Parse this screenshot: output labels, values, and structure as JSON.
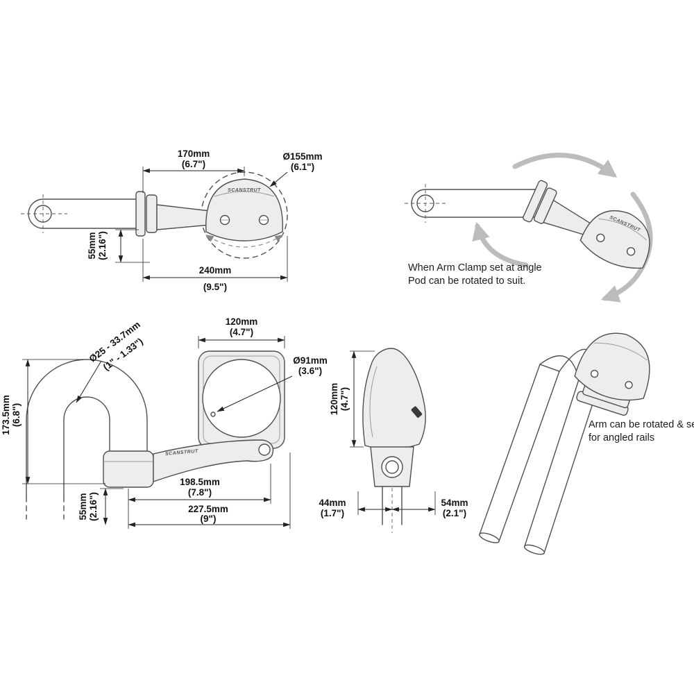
{
  "brand": "SCANSTRUT",
  "colors": {
    "outline": "#4e4e4e",
    "dim_line": "#222222",
    "rotation_arrow": "#bcbcbc",
    "pod_fill": "#ededed"
  },
  "view_side": {
    "arm_mm": "170mm",
    "arm_in": "(6.7\")",
    "pod_dia_mm": "Ø155mm",
    "pod_dia_in": "(6.1\")",
    "drop_mm": "55mm",
    "drop_in": "(2.16\")",
    "overall_mm": "240mm",
    "overall_in": "(9.5\")"
  },
  "view_rotation": {
    "note_line1": "When Arm Clamp set at angle",
    "note_line2": "Pod can be rotated to suit."
  },
  "view_front": {
    "rail_dia_mm": "Ø25 - 33.7mm",
    "rail_dia_in": "(1\" - 1.33\")",
    "height_mm": "173.5mm",
    "height_in": "(6.8\")",
    "pod_width_mm": "120mm",
    "pod_width_in": "(4.7\")",
    "face_dia_mm": "Ø91mm",
    "face_dia_in": "(3.6\")",
    "reach_mm": "198.5mm",
    "reach_in": "(7.8\")",
    "overall_mm": "227.5mm",
    "overall_in": "(9\")",
    "drop_mm": "55mm",
    "drop_in": "(2.16\")"
  },
  "view_profile": {
    "height_mm": "120mm",
    "height_in": "(4.7\")",
    "front_mm": "44mm",
    "front_in": "(1.7\")",
    "rear_mm": "54mm",
    "rear_in": "(2.1\")"
  },
  "view_angled": {
    "note_line1": "Arm can be rotated & set",
    "note_line2": "for angled rails"
  }
}
